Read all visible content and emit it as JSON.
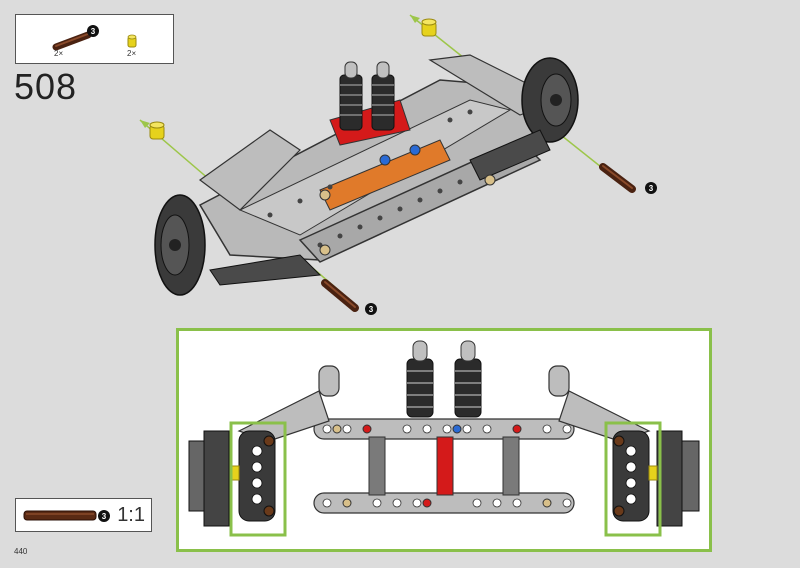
{
  "step": {
    "number": "508"
  },
  "parts": [
    {
      "name": "axle-pin-brown",
      "quantity": "2×",
      "length_badge": "3"
    },
    {
      "name": "bushing-yellow",
      "quantity": "2×"
    }
  ],
  "callouts": {
    "axle_badge": "3"
  },
  "scale": {
    "badge": "3",
    "label": "1:1"
  },
  "page": {
    "number": "440"
  },
  "colors": {
    "callout_border": "#8ac04a",
    "axle": "#5a2a14",
    "bushing": "#e6d21c",
    "accent": "#d41a1a"
  }
}
